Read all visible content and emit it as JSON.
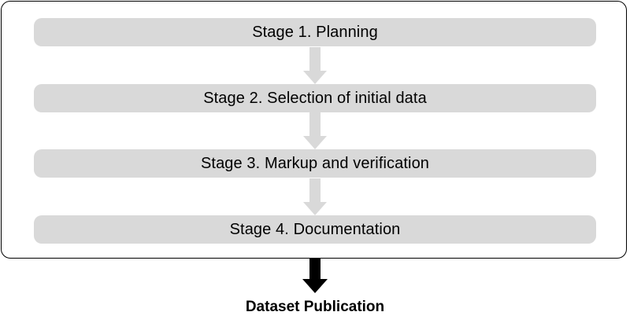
{
  "stages": [
    {
      "label": "Stage 1. Planning"
    },
    {
      "label": "Stage 2. Selection of initial data"
    },
    {
      "label": "Stage 3. Markup and verification"
    },
    {
      "label": "Stage 4. Documentation"
    }
  ],
  "outcome": {
    "label": "Dataset Publication"
  },
  "colors": {
    "stage_fill": "#d9d9d9",
    "connector_arrow": "#d9d9d9",
    "output_arrow": "#000000",
    "frame_border": "#000000"
  }
}
